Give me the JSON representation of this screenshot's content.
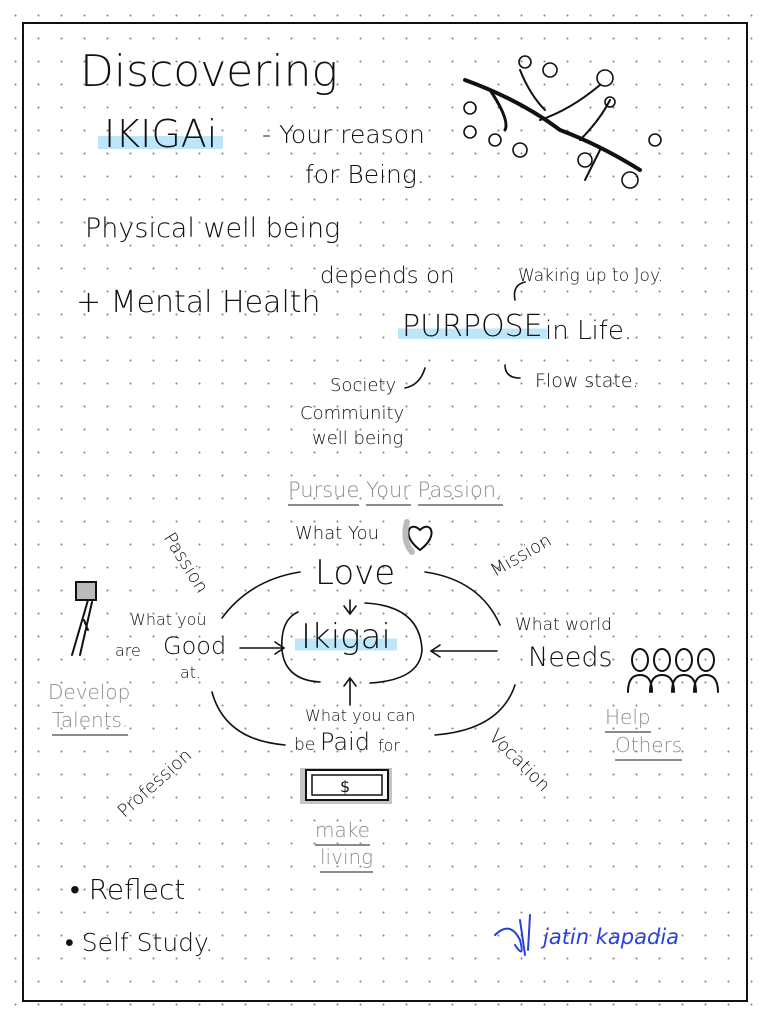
{
  "title": {
    "line1": "Discovering",
    "ikigai": "IKIGAi",
    "reason": "- Your reason",
    "being": "for Being."
  },
  "wellbeing": {
    "physical": "Physical well being",
    "mental": "+ Mental Health",
    "depends": "depends on",
    "purpose": "PURPOSE",
    "in_life": "in Life.",
    "waking": "Waking up to Joy.",
    "flow": "Flow state.",
    "society": "Society",
    "community": "Community",
    "well_being": "well being"
  },
  "diagram": {
    "pursue": [
      "Pursue",
      "Your",
      "Passion."
    ],
    "love_prefix": "What You",
    "love": "Love",
    "center": "Ikigai",
    "good_prefix": "What you",
    "good_are": "are",
    "good": "Good",
    "good_at": "at.",
    "world_prefix": "What world",
    "needs": "Needs",
    "paid_prefix": "What you can",
    "paid_be": "be",
    "paid": "Paid",
    "paid_for": "for",
    "passion": "Passion",
    "mission": "Mission",
    "profession": "Profession",
    "vocation": "Vocation",
    "develop": "Develop",
    "talents": "Talents.",
    "help": "Help",
    "others": "Others",
    "make": "make",
    "living": "living"
  },
  "bullets": [
    "• Reflect",
    "• Self Study."
  ],
  "signature": "jatin kapadia",
  "colors": {
    "highlight": "#bde6fb",
    "signature": "#2a3fd8",
    "gray": "#8c8c8c"
  }
}
